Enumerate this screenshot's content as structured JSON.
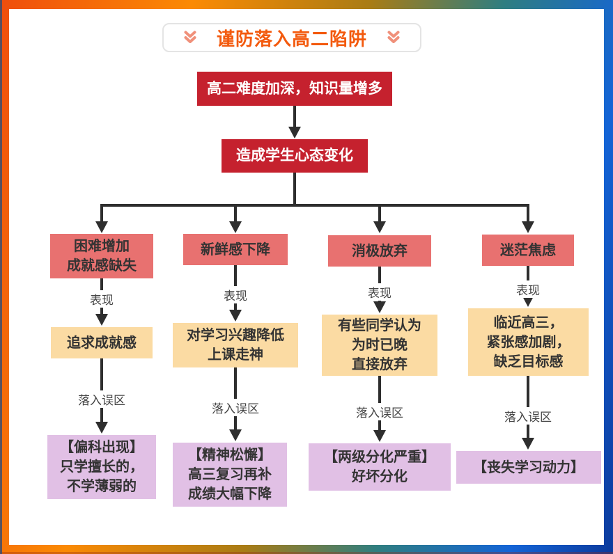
{
  "title": {
    "text": "谨防落入高二陷阱",
    "left_icon": "double-chevron-down",
    "right_icon": "double-chevron-down"
  },
  "flow": {
    "root": "高二难度加深，知识量增多",
    "effect": "造成学生心态变化",
    "labels": {
      "performance": "表现",
      "mistake": "落入误区"
    },
    "columns": [
      {
        "mindset": "困难增加\n成就感缺失",
        "performance": "追求成就感",
        "mistake": "【偏科出现】\n只学擅长的，\n不学薄弱的"
      },
      {
        "mindset": "新鲜感下降",
        "performance": "对学习兴趣降低\n上课走神",
        "mistake": "【精神松懈】\n高三复习再补\n成绩大幅下降"
      },
      {
        "mindset": "消极放弃",
        "performance": "有些同学认为\n为时已晚\n直接放弃",
        "mistake": "【两级分化严重】\n好坏分化"
      },
      {
        "mindset": "迷茫焦虑",
        "performance": "临近高三，\n紧张感加剧，\n缺乏目标感",
        "mistake": "【丧失学习动力】"
      }
    ]
  },
  "colors": {
    "frame_gradient_start": "#ef4d0d",
    "frame_gradient_mid": "#fb8a04",
    "frame_gradient_end": "#0c3a9c",
    "title_text": "#f35a0e",
    "chevron": "#f0907a",
    "node_red": "#c5212e",
    "node_salmon": "#e87170",
    "node_peach": "#fbdba3",
    "node_purple": "#e1c0e5",
    "connector": "#2e2e2e"
  }
}
